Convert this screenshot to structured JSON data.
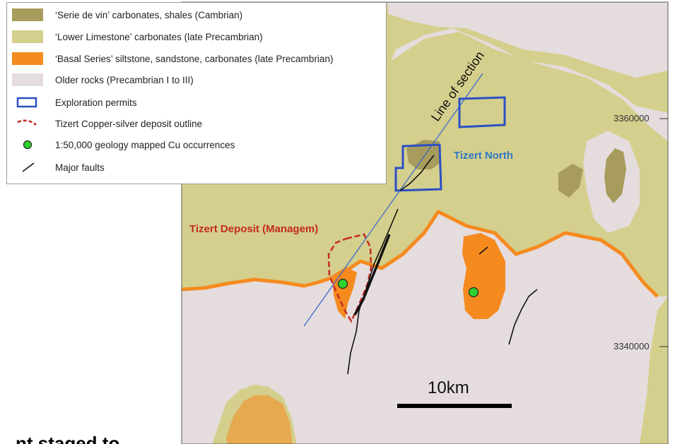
{
  "colors": {
    "serie_de_vin": "#a79c5b",
    "lower_limestone": "#d4cf8c",
    "basal_series": "#f58a1f",
    "older_rocks": "#e5dcde",
    "permit_outline": "#2c4fc4",
    "deposit_outline": "#c42a24",
    "occurrence_fill": "#2fd22f",
    "tizert_north_label": "#2e79c4",
    "tizert_deposit_label": "#c42a24",
    "section_line": "#3163d4"
  },
  "legend": [
    {
      "symbol": "swatch",
      "icon": "serie-de-vin-swatch",
      "color_key": "serie_de_vin",
      "label": "‘Serie de vin’ carbonates, shales (Cambrian)"
    },
    {
      "symbol": "swatch",
      "icon": "lower-limestone-swatch",
      "color_key": "lower_limestone",
      "label": "‘Lower Limestone’ carbonates (late Precambrian)"
    },
    {
      "symbol": "swatch",
      "icon": "basal-series-swatch",
      "color_key": "basal_series",
      "label": "‘Basal Series’ siltstone, sandstone, carbonates (late Precambrian)"
    },
    {
      "symbol": "swatch",
      "icon": "older-rocks-swatch",
      "color_key": "older_rocks",
      "label": "Older rocks (Precambrian I to III)"
    },
    {
      "symbol": "permit",
      "icon": "permit-outline-icon",
      "label": "Exploration permits"
    },
    {
      "symbol": "deposit",
      "icon": "deposit-outline-icon",
      "label": "Tizert Copper-silver deposit outline"
    },
    {
      "symbol": "occurrence",
      "icon": "cu-occurrence-icon",
      "label": "1:50,000 geology mapped Cu occurrences"
    },
    {
      "symbol": "fault",
      "icon": "fault-line-icon",
      "label": "Major faults"
    }
  ],
  "labels": {
    "tizert_north": "Tizert North",
    "tizert_deposit": "Tizert Deposit (Managem)",
    "line_of_section": "Line of section",
    "scale": "10km",
    "coord_top": "3360000",
    "coord_bottom": "3340000",
    "cut_text": "nt staged to"
  }
}
